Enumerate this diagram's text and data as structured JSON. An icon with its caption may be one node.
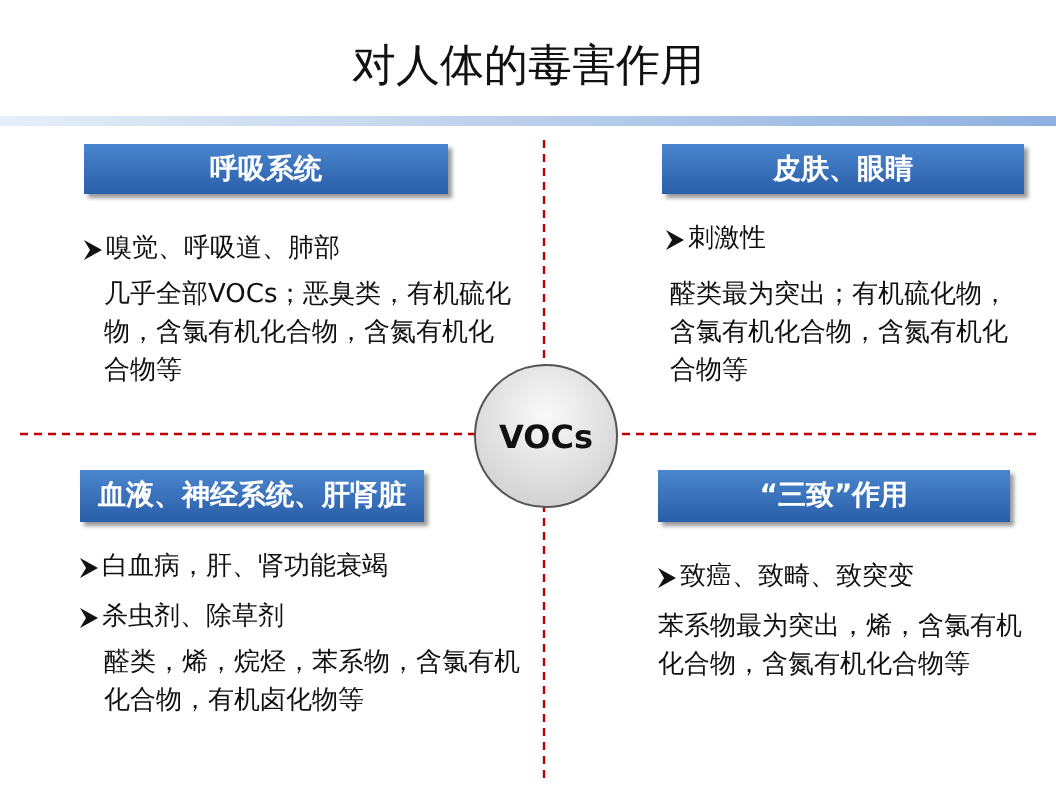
{
  "diagram": {
    "title": "对人体的毒害作用",
    "nodes": [
      {
        "text": [
          "呼吸系统"
        ]
      },
      {
        "text": [
          "皮肤、眼睛"
        ]
      },
      {
        "text": [
          "VOCs"
        ]
      },
      {
        "text": [
          "血液、神经系统、肝肾脏"
        ]
      },
      {
        "text": [
          "“三致”作用"
        ]
      }
    ],
    "edges": [],
    "labels": [
      "嗅觉、呼吸道、肺部",
      "几乎全部VOCs；恶臭类，有机硫化物，含氯有机化合物，含氮有机化合物等",
      "刺激性",
      "醛类最为突出；有机硫化物，含氯有机化合物，含氮有机化合物等",
      "白血病，肝、肾功能衰竭",
      "杀虫剂、除草剂",
      "醛类，烯，烷烃，苯系物，含氯有机化合物，有机卤化物等",
      "致癌、致畸、致突变",
      "苯系物最为突出，烯，含氯有机化合物，含氮有机化合物等"
    ]
  }
}
